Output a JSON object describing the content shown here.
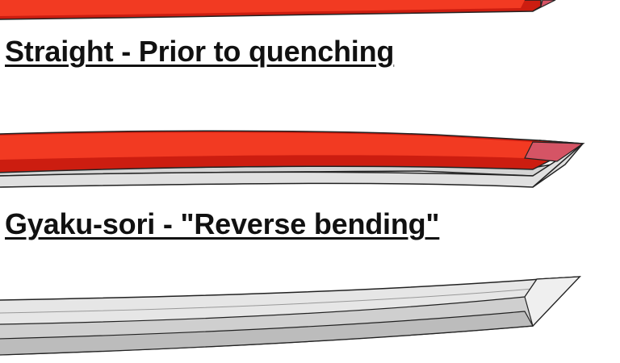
{
  "captions": {
    "straight": "Straight - Prior to quenching",
    "gyaku_sori": "Gyaku-sori - \"Reverse bending\""
  },
  "colors": {
    "background": "#ffffff",
    "text": "#111111",
    "outline": "#222222",
    "red_face": "#f23a22",
    "red_face_dark": "#cc1d10",
    "red_tip": "#d55465",
    "steel_light": "#e6e6e6",
    "steel_mid": "#cfcfcf",
    "steel_dark": "#bcbcbc"
  },
  "blades": [
    {
      "id": "straight",
      "state": "red-hot, straight"
    },
    {
      "id": "gyaku-sori",
      "state": "red-hot with cooled edge, reverse curve"
    },
    {
      "id": "final",
      "state": "cooled steel, final curve"
    }
  ]
}
